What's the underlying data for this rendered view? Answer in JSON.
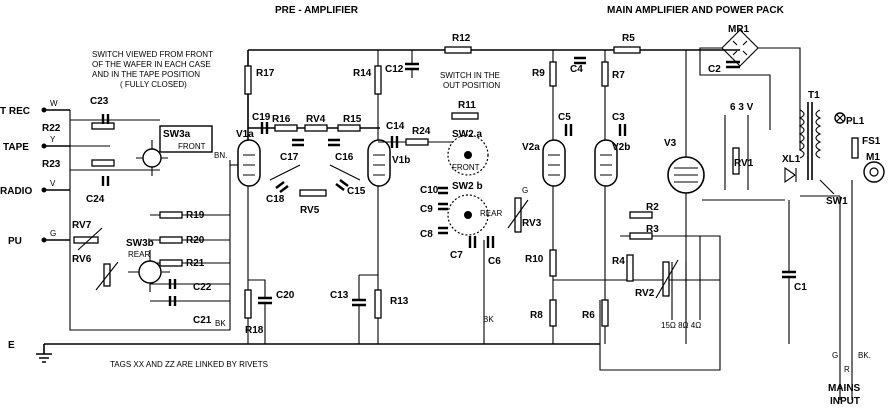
{
  "headings": {
    "pre_amplifier": "PRE - AMPLIFIER",
    "main_amplifier": "MAIN AMPLIFIER AND POWER PACK"
  },
  "notes": {
    "switch_front_1": "SWITCH VIEWED FROM FRONT",
    "switch_front_2": "OF THE WAFER IN EACH CASE",
    "switch_front_3": "AND IN THE TAPE POSITION",
    "switch_front_4": "( FULLY CLOSED)",
    "switch_out_1": "SWITCH IN THE",
    "switch_out_2": "OUT POSITION",
    "tags": "TAGS  XX AND ZZ ARE LINKED BY RIVETS"
  },
  "inputs": {
    "trec": "T REC",
    "tape": "TAPE",
    "radio": "RADIO",
    "pu": "PU",
    "earth": "E",
    "mains_1": "MAINS",
    "mains_2": "INPUT"
  },
  "components": {
    "resistors": [
      "R22",
      "R23",
      "R19",
      "R20",
      "R21",
      "R18",
      "R17",
      "R16",
      "R15",
      "R14",
      "R13",
      "R24",
      "R11",
      "R12",
      "R9",
      "R7",
      "R5",
      "R2",
      "R3",
      "R4",
      "R8",
      "R6",
      "R10"
    ],
    "capacitors": [
      "C23",
      "C24",
      "C22",
      "C21",
      "C20",
      "C19",
      "C17",
      "C16",
      "C18",
      "C15",
      "C14",
      "C13",
      "C12",
      "C10",
      "C9",
      "C8",
      "C7",
      "C6",
      "C5",
      "C4",
      "C3",
      "C2",
      "C1"
    ],
    "pots": [
      "RV7",
      "RV6",
      "RV4",
      "RV5",
      "RV3",
      "RV2",
      "RV1"
    ],
    "valves": [
      "V1a",
      "V1b",
      "V2a",
      "V2b",
      "V3"
    ],
    "switches": [
      "SW3a",
      "SW3b",
      "SW2a",
      "SW2b",
      "SW1"
    ],
    "others": [
      "MR1",
      "T1",
      "PL1",
      "XL1",
      "FS1",
      "M1"
    ]
  },
  "switch_labels": {
    "front": "FRONT",
    "rear": "REAR",
    "front2": "FRONT",
    "rear2": "REAR"
  },
  "wire_codes": {
    "w": "W",
    "y": "Y",
    "v": "V",
    "g": "G",
    "bn": "BN.",
    "bk": "BK",
    "bk2": "BK",
    "bk3": "BK.",
    "g2": "G",
    "r": "R"
  },
  "values": {
    "heater": "6 3 V",
    "taps": "15Ω 8Ω 4Ω"
  }
}
